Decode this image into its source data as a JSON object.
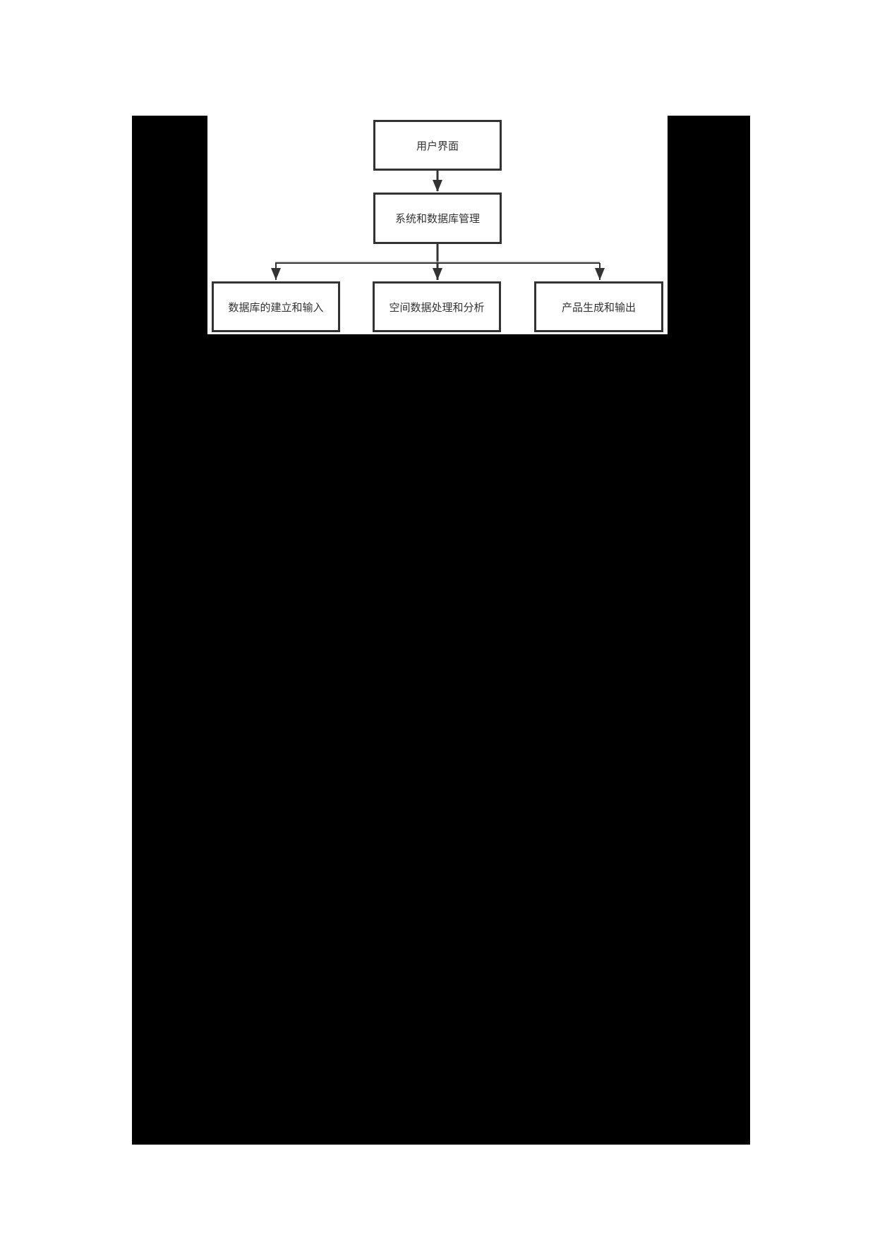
{
  "diagram": {
    "type": "hierarchy",
    "nodes": {
      "root": {
        "label": "用户界面"
      },
      "manager": {
        "label": "系统和数据库管理"
      },
      "child_1": {
        "label": "数据库的建立和输入"
      },
      "child_2": {
        "label": "空间数据处理和分析"
      },
      "child_3": {
        "label": "产品生成和输出"
      }
    },
    "edges": [
      {
        "from": "用户界面",
        "to": "系统和数据库管理"
      },
      {
        "from": "系统和数据库管理",
        "to": "数据库的建立和输入"
      },
      {
        "from": "系统和数据库管理",
        "to": "空间数据处理和分析"
      },
      {
        "from": "系统和数据库管理",
        "to": "产品生成和输出"
      }
    ],
    "colors": {
      "border": "#333333",
      "text": "#333333",
      "redaction": "#000000",
      "background": "#ffffff"
    }
  }
}
